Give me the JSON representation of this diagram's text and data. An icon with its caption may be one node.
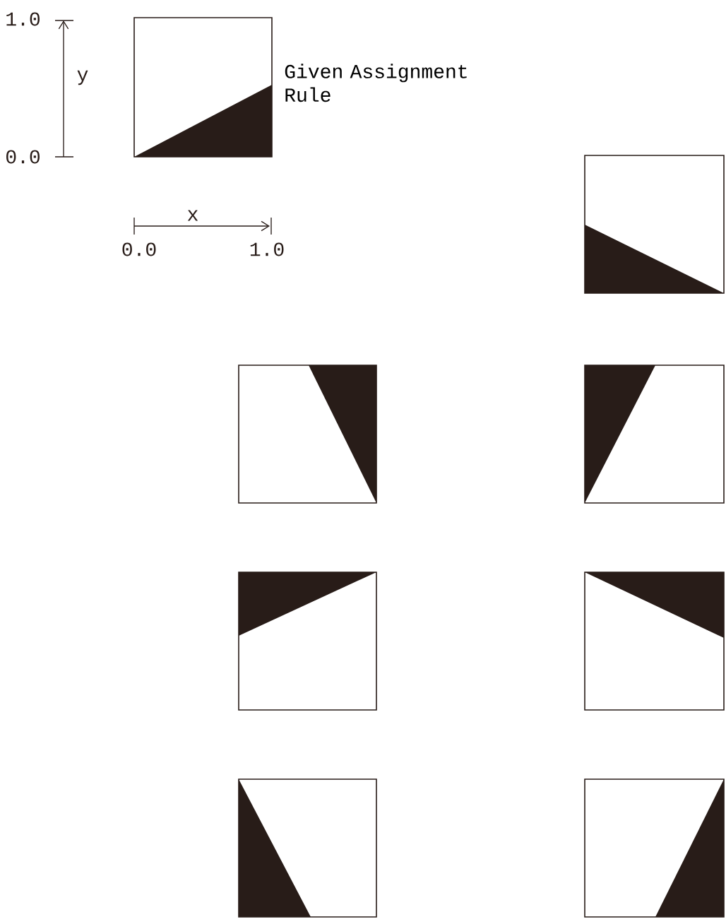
{
  "diagram": {
    "nodes": [
      {
        "text": [],
        "shape": "box",
        "beside": [
          "Given Assignment Rule"
        ]
      },
      {
        "text": [],
        "shape": "box"
      },
      {
        "text": [],
        "shape": "box"
      },
      {
        "text": [],
        "shape": "box"
      },
      {
        "text": [],
        "shape": "box"
      },
      {
        "text": [],
        "shape": "box"
      },
      {
        "text": [],
        "shape": "box"
      },
      {
        "text": [],
        "shape": "box"
      }
    ],
    "labels": [
      "1.0",
      "y",
      "0.0",
      "x",
      "0.0",
      "1.0"
    ]
  }
}
